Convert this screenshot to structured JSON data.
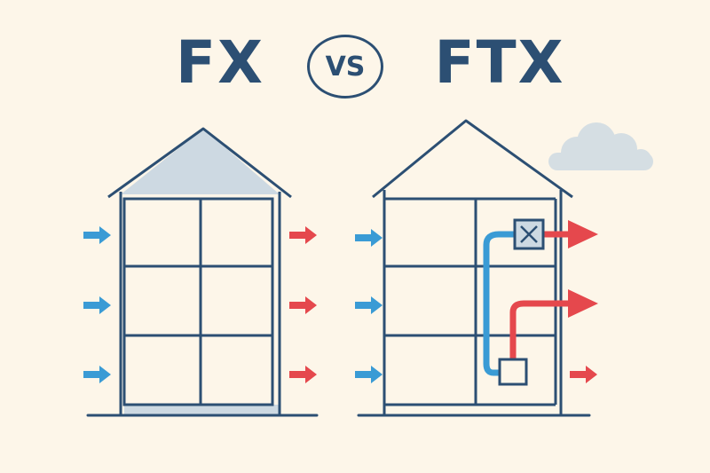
{
  "header": {
    "left_label": "FX",
    "vs_label": "VS",
    "right_label": "FTX"
  },
  "colors": {
    "outline": "#2c4f73",
    "fresh_air": "#3a9bd5",
    "exhaust_air": "#e5484d",
    "roof_fill": "#cdd9e2",
    "cloud": "#d5dee3",
    "background": "#fdf6e9"
  },
  "icons": {
    "supply_arrow": "arrow-right-blue",
    "exhaust_arrow": "arrow-right-red",
    "heat_exchanger": "box-with-x",
    "cloud": "cloud"
  }
}
